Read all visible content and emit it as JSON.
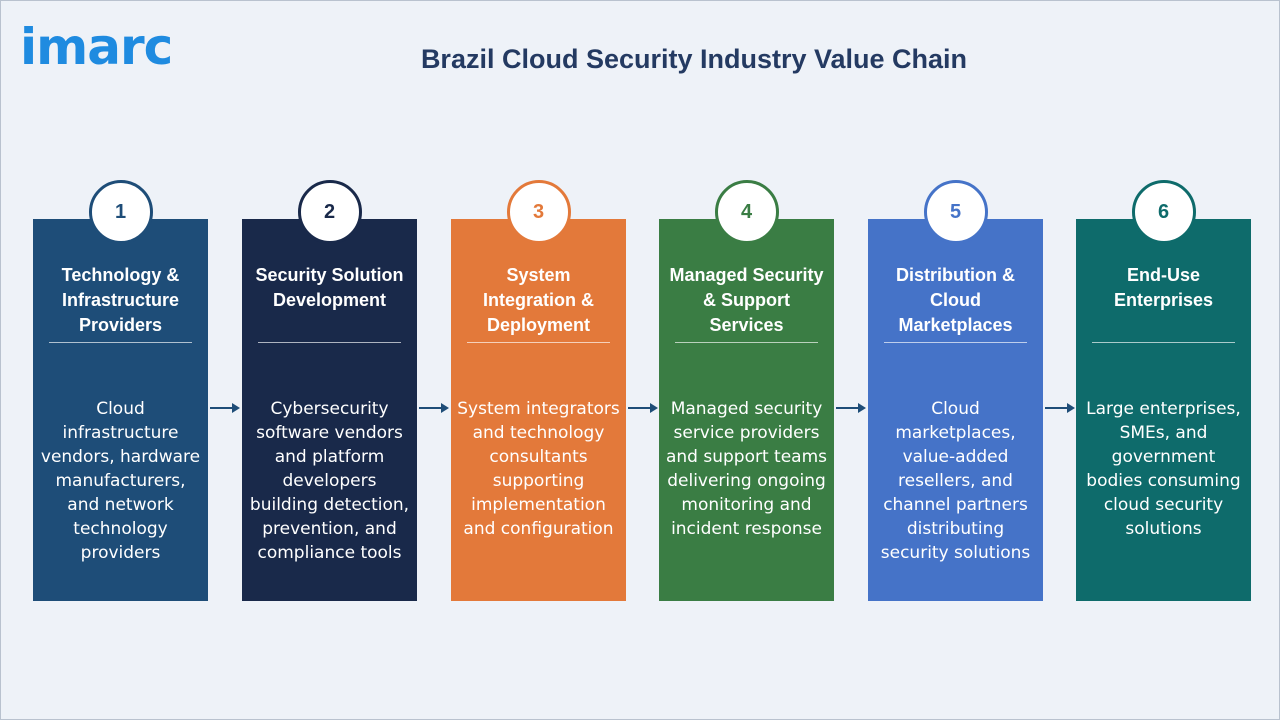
{
  "brand": {
    "logo_text": "imarc"
  },
  "header": {
    "title": "Brazil Cloud Security Industry Value Chain"
  },
  "stages": [
    {
      "number": "1",
      "title": "Technology & Infrastructure Providers",
      "description": "Cloud infrastructure vendors, hardware manufacturers, and network technology providers",
      "color": "#1e4d78"
    },
    {
      "number": "2",
      "title": "Security Solution Development",
      "description": "Cybersecurity software vendors and platform developers building detection, prevention, and compliance tools",
      "color": "#19294a"
    },
    {
      "number": "3",
      "title": "System Integration & Deployment",
      "description": "System integrators and technology consultants supporting implementation and configuration",
      "color": "#e3793a"
    },
    {
      "number": "4",
      "title": "Managed Security & Support Services",
      "description": "Managed security service providers and support teams delivering ongoing monitoring and incident response",
      "color": "#3a7d44"
    },
    {
      "number": "5",
      "title": "Distribution & Cloud Marketplaces",
      "description": "Cloud marketplaces, value-added resellers, and channel partners distributing security solutions",
      "color": "#4573c8"
    },
    {
      "number": "6",
      "title": "End-Use Enterprises",
      "description": "Large enterprises, SMEs, and government bodies consuming cloud security solutions",
      "color": "#0e6b6b"
    }
  ],
  "colors": {
    "title": "#243a62",
    "logo": "#1f8be0",
    "arrow": "#1e4d78",
    "background": "#eef2f8"
  }
}
